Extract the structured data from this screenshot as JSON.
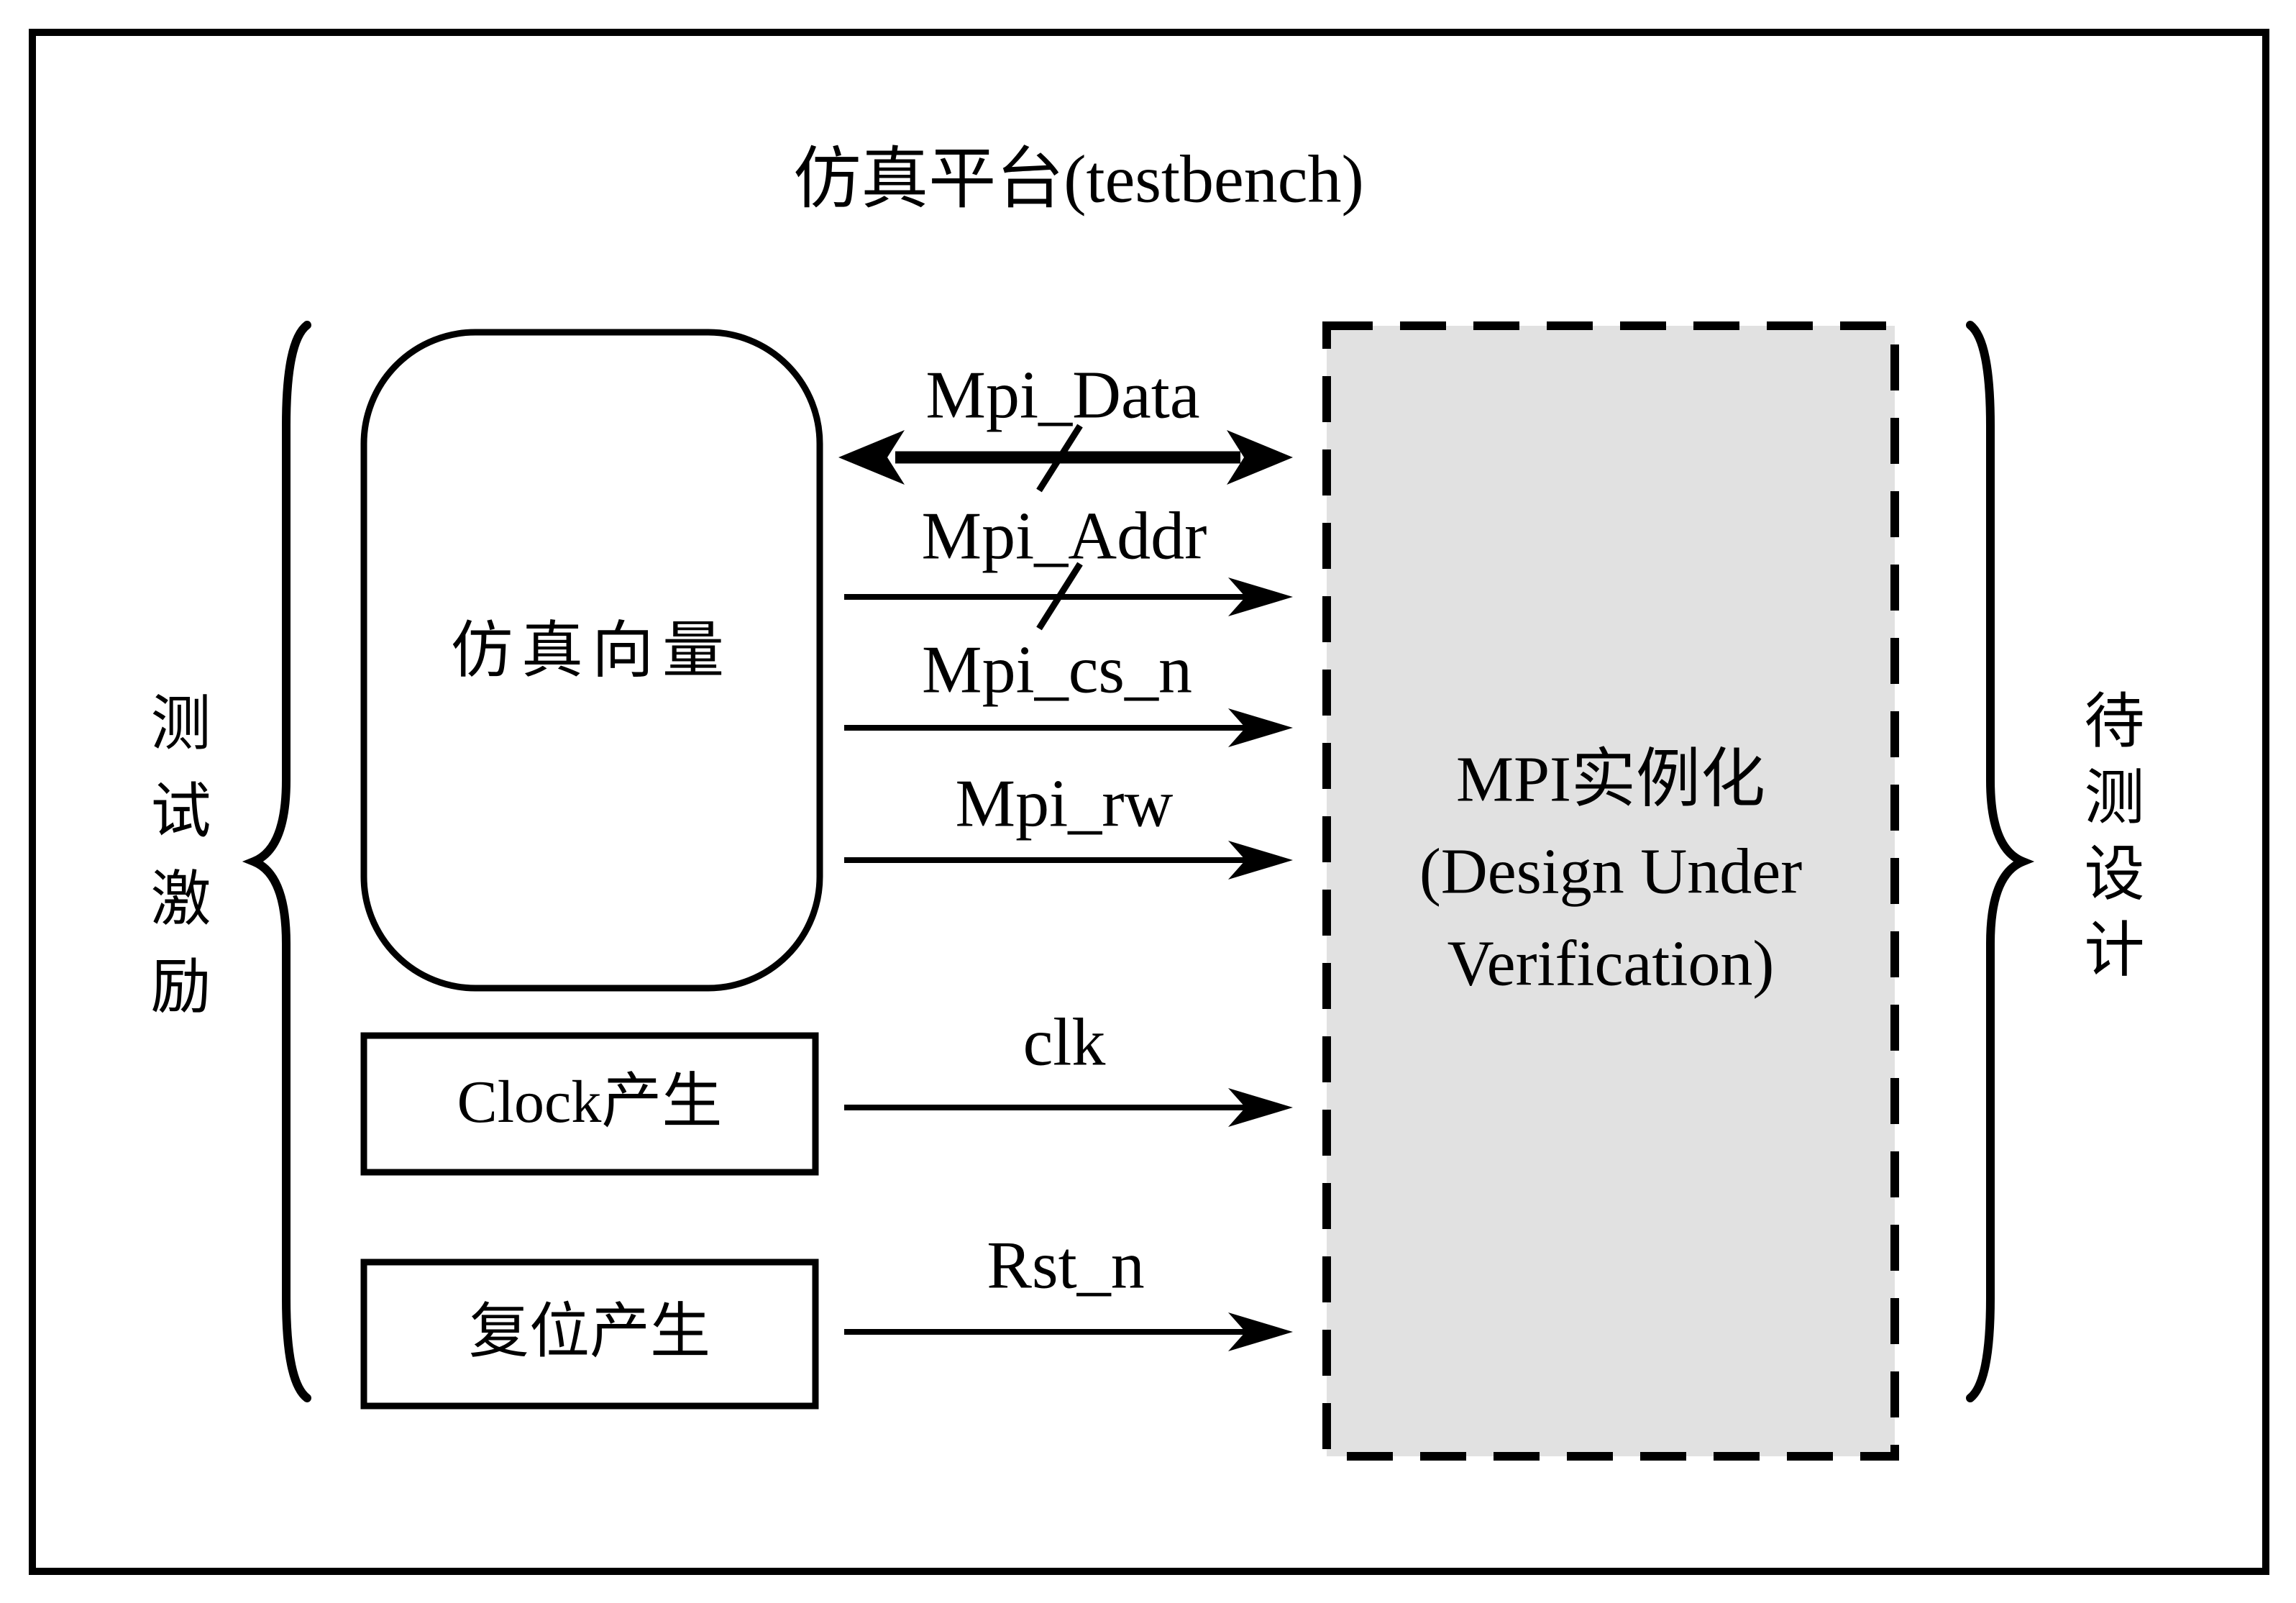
{
  "title": "仿真平台(testbench)",
  "stimulus": {
    "brace_label": "测试激励",
    "vector_block": "仿真向量",
    "clock_block": "Clock产生",
    "reset_block": "复位产生"
  },
  "signals": [
    {
      "label": "Mpi_Data",
      "direction": "bidirectional",
      "bus": true
    },
    {
      "label": "Mpi_Addr",
      "direction": "to-duv",
      "bus": true
    },
    {
      "label": "Mpi_cs_n",
      "direction": "to-duv",
      "bus": false
    },
    {
      "label": "Mpi_rw",
      "direction": "to-duv",
      "bus": false
    },
    {
      "label": "clk",
      "direction": "to-duv",
      "bus": false
    },
    {
      "label": "Rst_n",
      "direction": "to-duv",
      "bus": false
    }
  ],
  "duv": {
    "line1": "MPI实例化",
    "line2": "(Design Under",
    "line3": "Verification)"
  },
  "dut": {
    "brace_label": "待测设计"
  },
  "colors": {
    "ink": "#000000",
    "duv_fill": "#e1e1e1",
    "background": "#ffffff"
  }
}
